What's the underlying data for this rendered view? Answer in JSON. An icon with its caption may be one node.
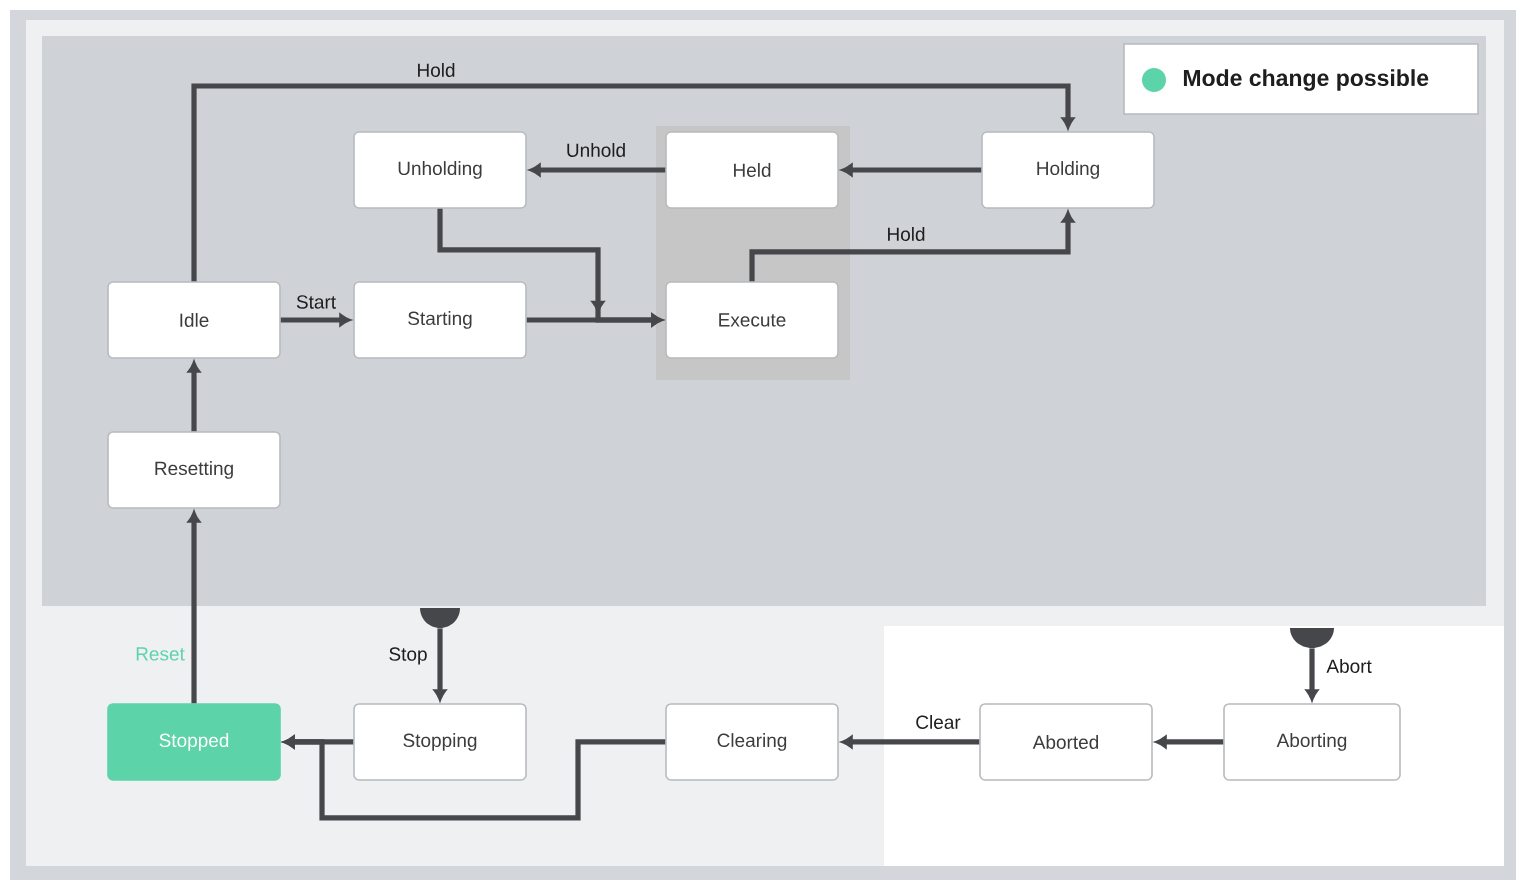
{
  "diagram": {
    "nodes": [
      {
        "text": [
          "Unholding"
        ]
      },
      {
        "text": [],
        "shape": "box"
      },
      {
        "text": [
          "Held"
        ],
        "in": 1
      },
      {
        "text": [
          "Holding"
        ]
      },
      {
        "text": [
          "Idle"
        ]
      },
      {
        "text": [
          "Starting"
        ]
      },
      {
        "text": [
          "Execute"
        ],
        "in": 1
      },
      {
        "text": [
          "Resetting"
        ]
      },
      {
        "text": [],
        "shape": "semicircle"
      },
      {
        "text": [],
        "shape": "semicircle"
      },
      {
        "text": [
          "Stopped"
        ]
      },
      {
        "text": [
          "Stopping"
        ]
      },
      {
        "text": [
          "Clearing"
        ]
      },
      {
        "text": [
          "Aborted"
        ]
      },
      {
        "text": [
          "Aborting"
        ]
      }
    ],
    "edges": [
      {
        "from": 4,
        "to": 5,
        "arrow": "to",
        "label": "Start"
      },
      {
        "from": 4,
        "to": 3,
        "arrow": "to",
        "label": "Hold"
      },
      {
        "from": 5,
        "to": 6,
        "arrow": "to"
      },
      {
        "from": 0,
        "to": 6,
        "arrow": "to"
      },
      {
        "from": 6,
        "to": 3,
        "arrow": "to",
        "label": "Hold"
      },
      {
        "from": 3,
        "to": 2,
        "arrow": "to"
      },
      {
        "from": 2,
        "to": 0,
        "arrow": "to",
        "label": "Unhold"
      },
      {
        "from": 7,
        "to": 4,
        "arrow": "to"
      },
      {
        "from": 10,
        "to": 7,
        "arrow": "to",
        "label": "Reset"
      },
      {
        "from": 11,
        "to": 10,
        "arrow": "to"
      },
      {
        "from": 12,
        "to": 10,
        "arrow": "to"
      },
      {
        "from": 13,
        "to": 12,
        "arrow": "to",
        "label": "Clear"
      },
      {
        "from": 14,
        "to": 13,
        "arrow": "to"
      },
      {
        "from": 8,
        "to": 11,
        "arrow": "to",
        "label": "Stop"
      },
      {
        "from": 9,
        "to": 14,
        "arrow": "to",
        "label": "Abort"
      }
    ],
    "legend": [
      {
        "text": "Mode change possible",
        "color": "#5dd3a9"
      }
    ]
  }
}
